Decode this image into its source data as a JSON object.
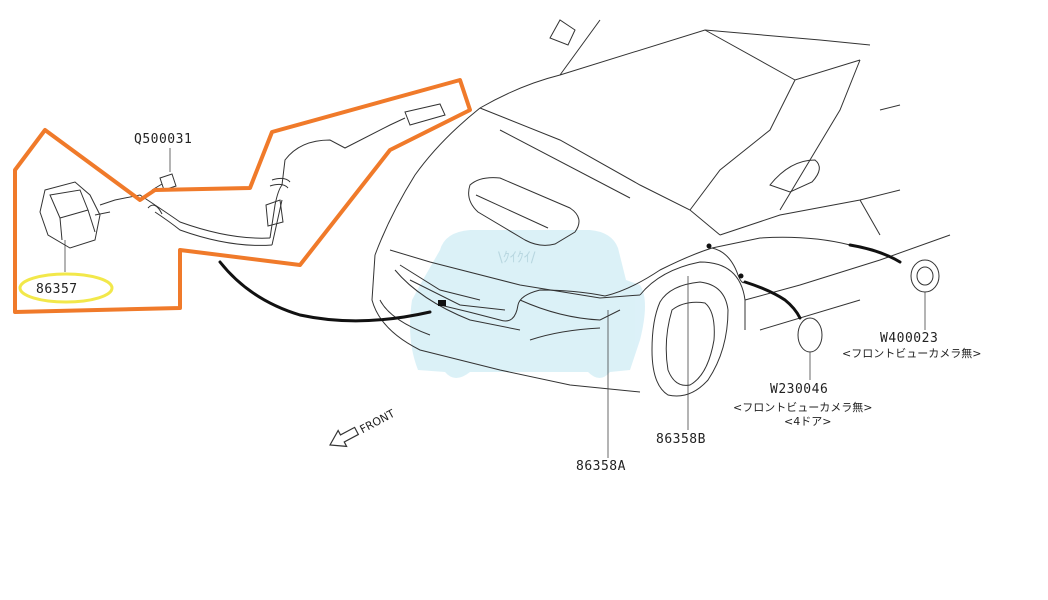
{
  "parts": {
    "camera": "86357",
    "bolt": "Q500031",
    "harness_a": "86358A",
    "harness_b": "86358B",
    "plug_large": "W400023",
    "plug_large_note": "<フロントビューカメラ無>",
    "plug_small": "W230046",
    "plug_small_note_1": "<フロントビューカメラ無>",
    "plug_small_note_2": "<4ドア>"
  },
  "direction": {
    "label": "FRONT"
  },
  "watermark": {
    "text": "\\ｸｲｸｲ/"
  },
  "colors": {
    "highlight_outline": "#f07a2a",
    "part_circle": "#f2e84a",
    "watermark": "#bfe6f2",
    "line": "#333333",
    "harness": "#111111"
  }
}
